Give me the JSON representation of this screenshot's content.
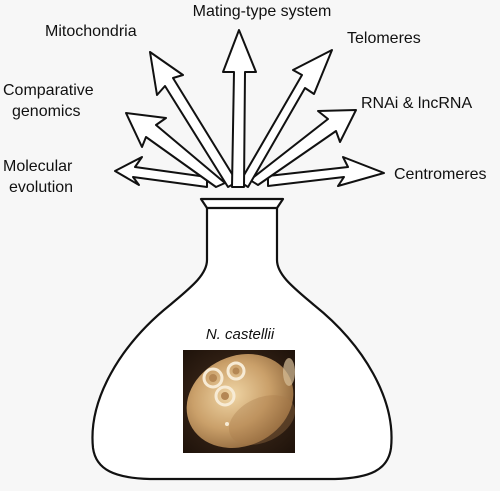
{
  "labels": {
    "mating_type": "Mating-type system",
    "mitochondria": "Mitochondria",
    "telomeres": "Telomeres",
    "comparative_line1": "Comparative",
    "comparative_line2": "genomics",
    "rnai": "RNAi & lncRNA",
    "molecular_line1": "Molecular",
    "molecular_line2": "evolution",
    "centromeres": "Centromeres"
  },
  "flask": {
    "caption": "N. castellii",
    "image_icon": "yeast-cell-micrograph"
  },
  "colors": {
    "background": "#f7f7f7",
    "stroke": "#111111",
    "photo_dark": "#2a1a10",
    "photo_cell": "#d9b07a"
  }
}
